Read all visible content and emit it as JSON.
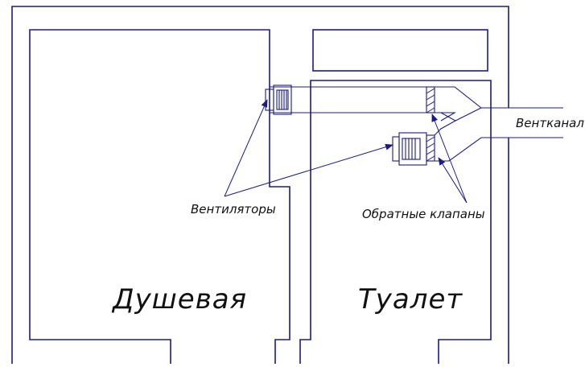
{
  "labels": {
    "fans": "Вентиляторы",
    "check_valves": "Обратные клапаны",
    "vent_channel": "Вентканал",
    "shower_room": "Душевая",
    "toilet": "Туалет"
  },
  "colors": {
    "lines": "#1a1a8c",
    "text": "#111111",
    "background": "#ffffff"
  }
}
